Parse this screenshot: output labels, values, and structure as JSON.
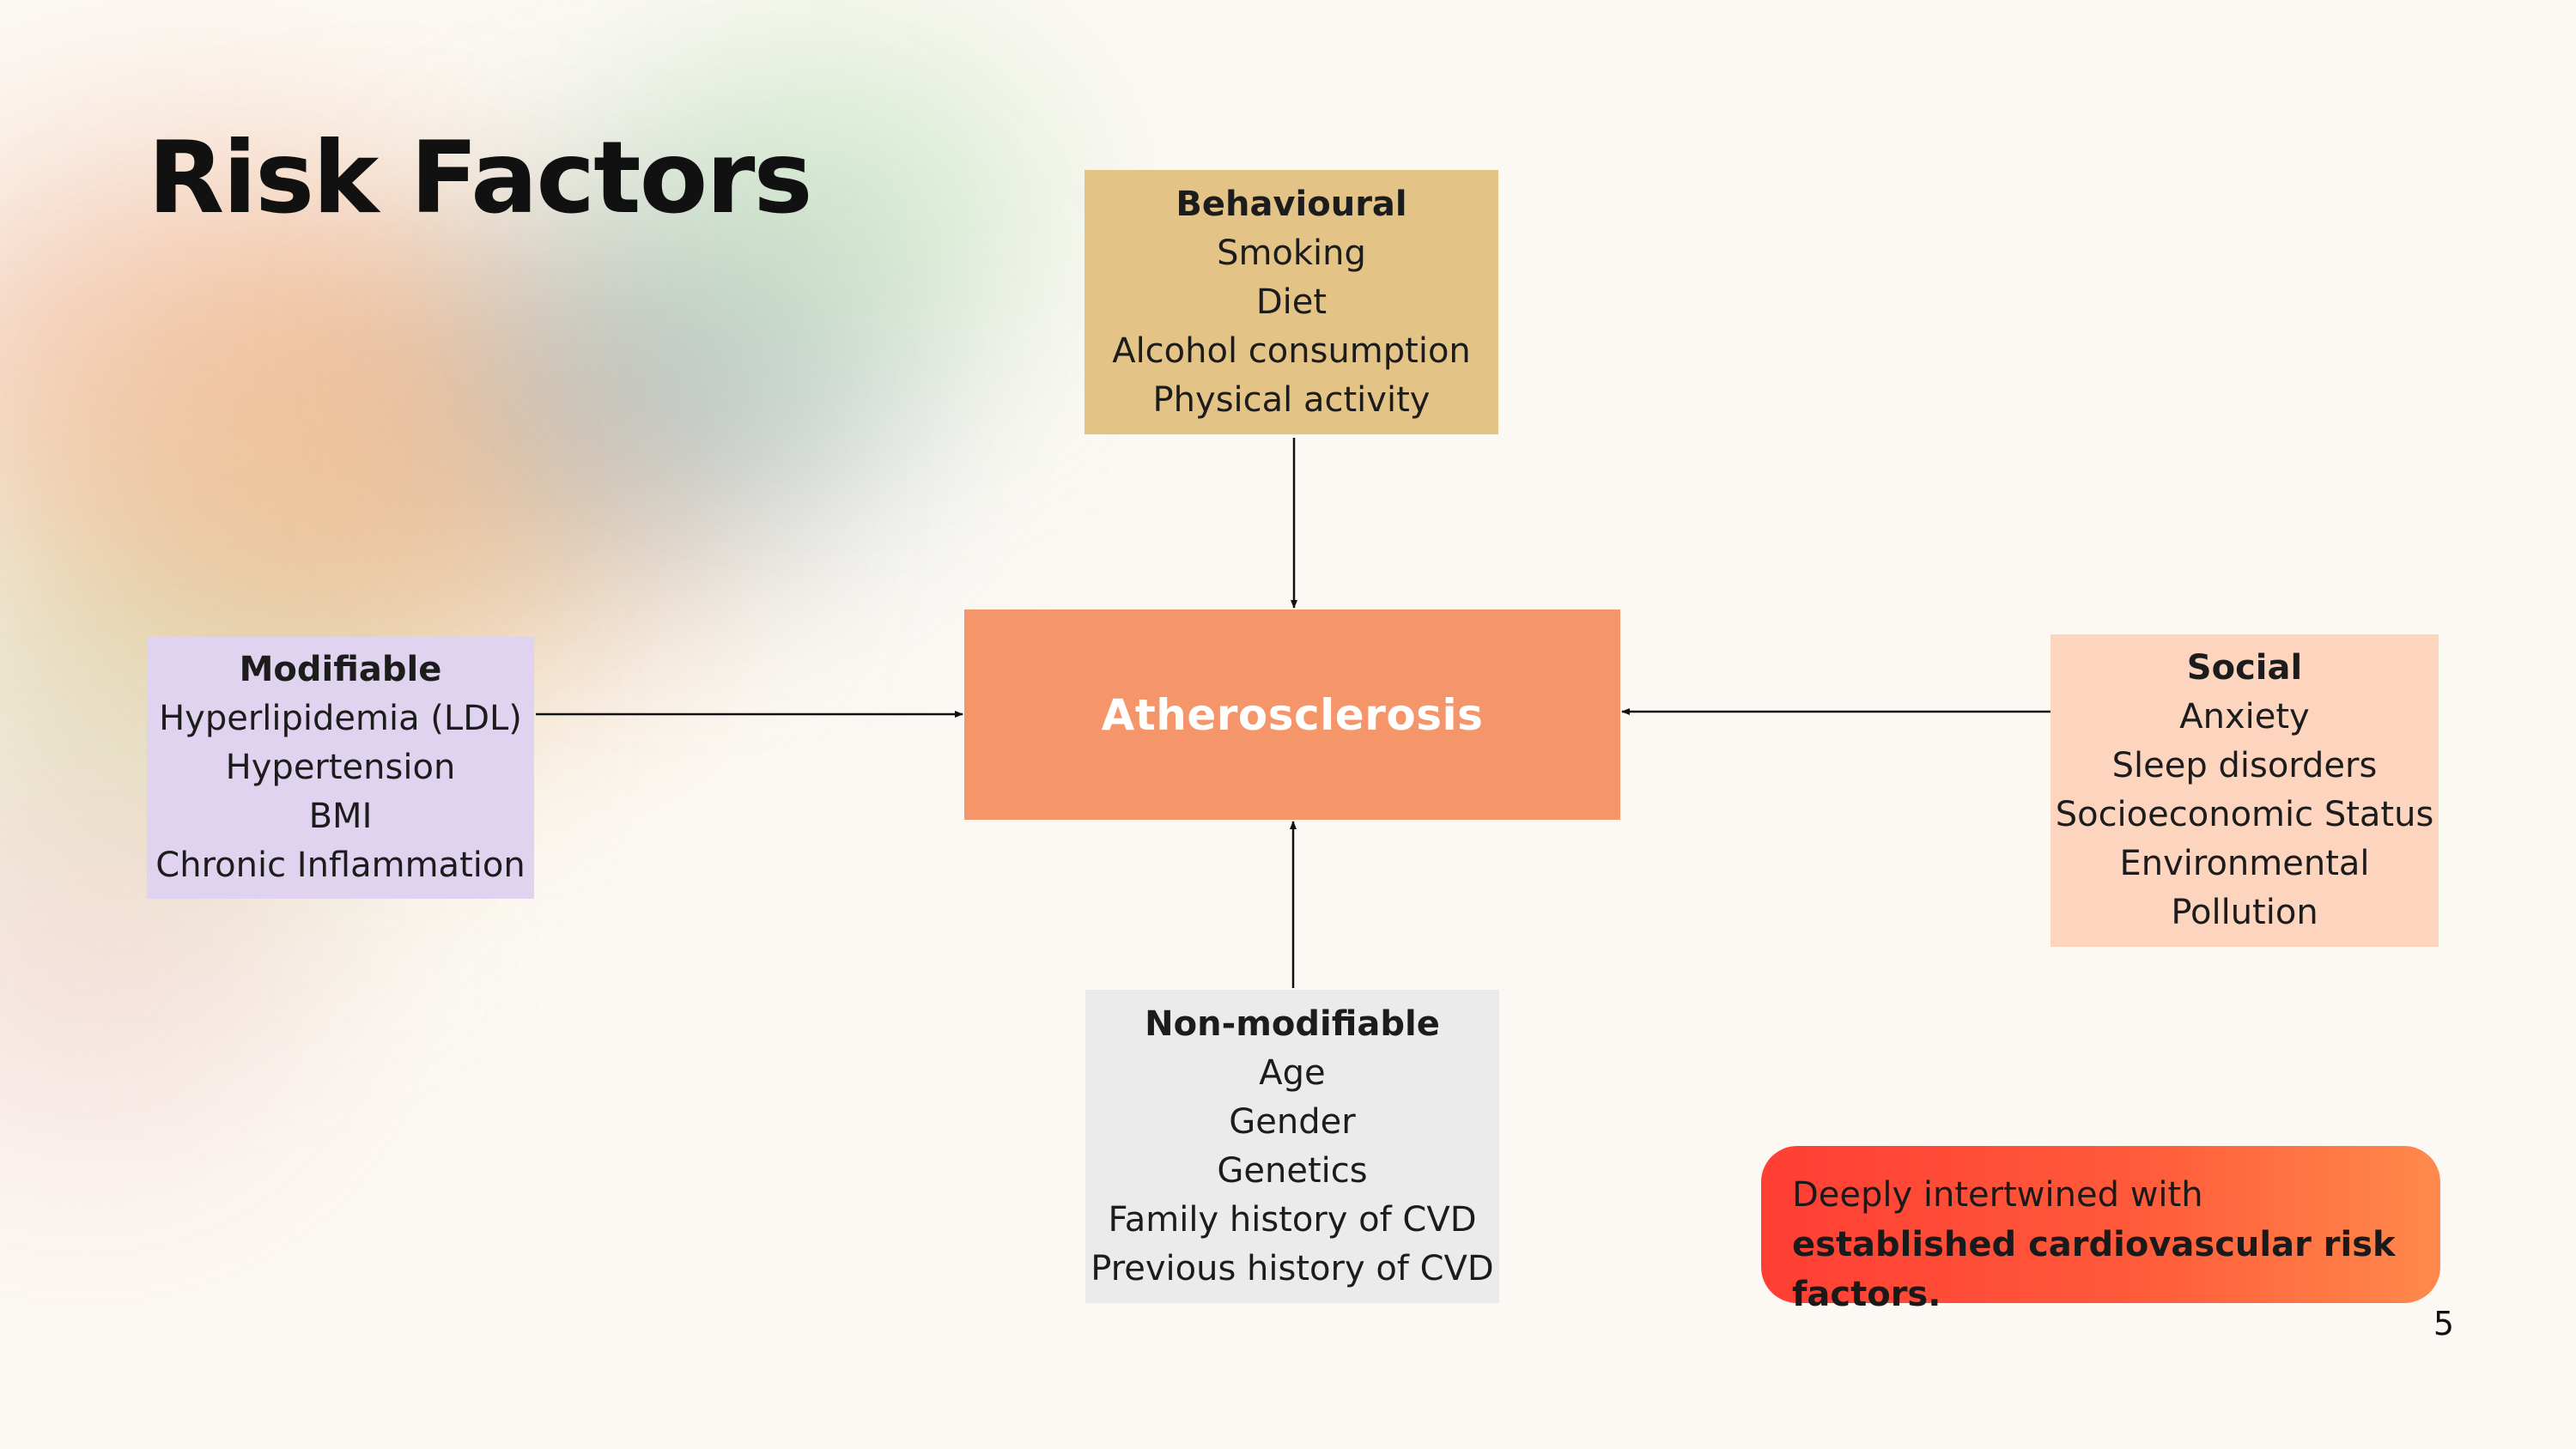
{
  "slide": {
    "title": "Risk Factors",
    "page_number": "5"
  },
  "center": {
    "label": "Atherosclerosis",
    "color": "#f4956a"
  },
  "boxes": {
    "behavioural": {
      "heading": "Behavioural",
      "items": [
        "Smoking",
        "Diet",
        "Alcohol consumption",
        "Physical activity"
      ],
      "color": "#e3c386"
    },
    "modifiable": {
      "heading": "Modifiable",
      "items": [
        "Hyperlipidemia (LDL)",
        "Hypertension",
        "BMI",
        "Chronic Inflammation"
      ],
      "color": "#dfd3ef"
    },
    "social": {
      "heading": "Social",
      "items": [
        "Anxiety",
        "Sleep disorders",
        "Socioeconomic Status",
        "Environmental",
        "Pollution"
      ],
      "color": "#fdd4be"
    },
    "non_modifiable": {
      "heading": "Non-modifiable",
      "items": [
        "Age",
        "Gender",
        "Genetics",
        "Family history of CVD",
        "Previous history of CVD"
      ],
      "color": "#ebebeb"
    }
  },
  "callout": {
    "text_regular": "Deeply intertwined with ",
    "text_bold": "established cardiovascular risk factors."
  }
}
